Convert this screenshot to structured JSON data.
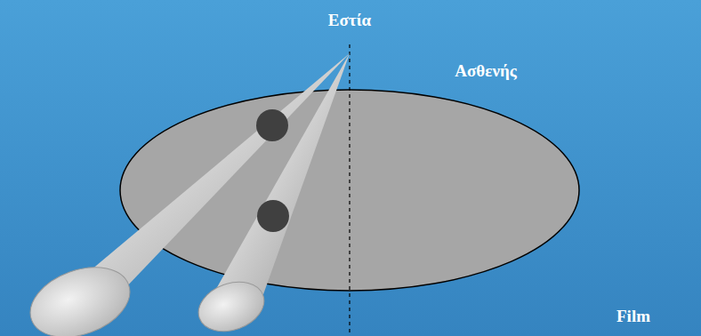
{
  "diagram": {
    "labels": [
      "Εστία",
      "Ασθενής",
      "Film"
    ]
  }
}
